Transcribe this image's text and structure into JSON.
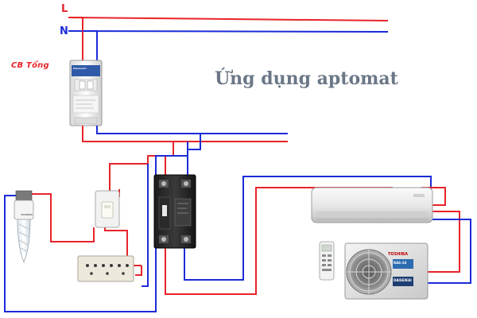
{
  "labels": {
    "line": "L",
    "neutral": "N",
    "main_breaker": "CB Tổng",
    "title": "Ứng dụng aptomat"
  },
  "device_text": {
    "outdoor_brand": "TOSHIBA",
    "outdoor_sticker_1": "RAS-24",
    "outdoor_sticker_2": "DAISEIKAI",
    "lamp_brand": "TOSHIBA",
    "breaker_brand": "Panasonic"
  },
  "colors": {
    "line_wire": "#e8242a",
    "neutral_wire": "#1b2bd8",
    "label_red": "#e8242a",
    "label_blue": "#1b2bd8",
    "title": "#6b7787"
  },
  "devices": [
    "main-circuit-breaker",
    "residual-current-breaker",
    "light-switch",
    "power-outlet",
    "cfl-lamp",
    "air-conditioner-indoor",
    "air-conditioner-outdoor",
    "remote-control"
  ]
}
